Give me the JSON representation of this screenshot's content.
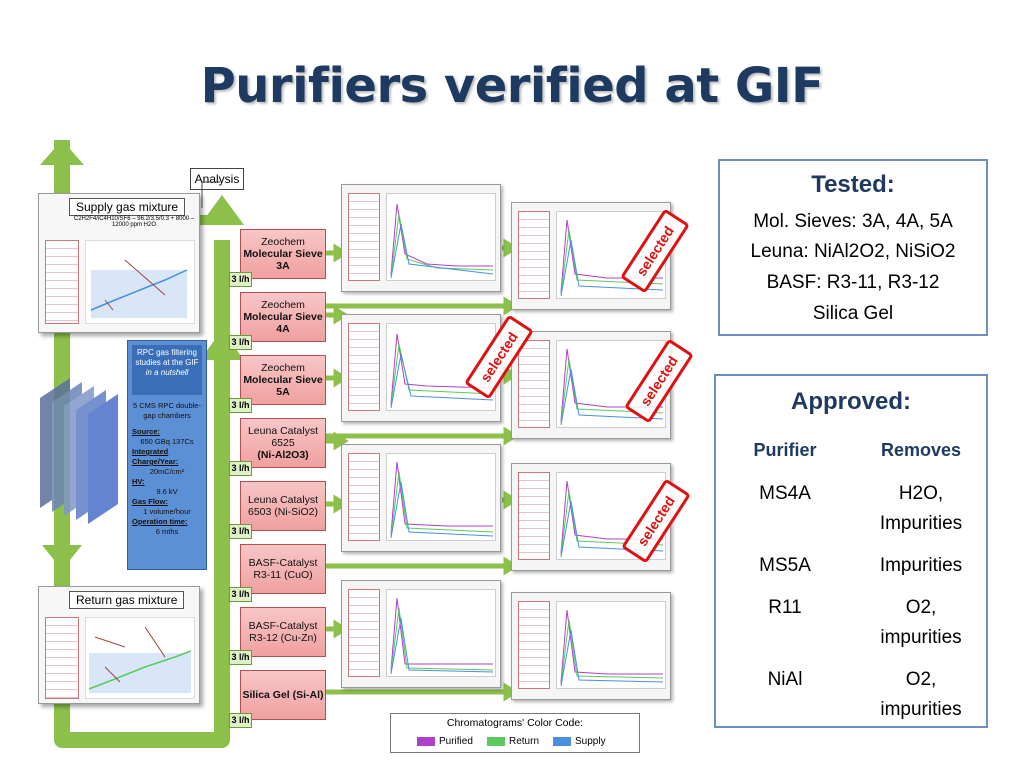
{
  "title": "Purifiers verified at GIF",
  "diagram": {
    "supply_label": "Supply gas mixture",
    "supply_formula": "C2H2F4/iC4H10/SF6 – 96.2/3.5/0.3 + 8000 – 12000 ppm H2O",
    "return_label": "Return gas mixture",
    "analysis_label": "Analysis",
    "info": {
      "title": "RPC gas filtering studies at the GIF",
      "subtitle": "in a nutshell",
      "line1": "5 CMS RPC double-gap chambers",
      "source_label": "Source:",
      "source_value": "650 GBq 137Cs",
      "charge_label": "Integrated Charge/Year:",
      "charge_value": "20mC/cm²",
      "hv_label": "HV:",
      "hv_value": "9.6 kV",
      "flow_label": "Gas Flow:",
      "flow_value": "1 volume/hour",
      "time_label": "Operation time:",
      "time_value": "6 mths"
    },
    "purifiers": [
      {
        "line1": "Zeochem",
        "line2": "Molecular Sieve",
        "line3": "3A",
        "flow": "3 l/h"
      },
      {
        "line1": "Zeochem",
        "line2": "Molecular Sieve",
        "line3": "4A",
        "flow": "3 l/h"
      },
      {
        "line1": "Zeochem",
        "line2": "Molecular Sieve",
        "line3": "5A",
        "flow": "3 l/h"
      },
      {
        "line1": "Leuna Catalyst",
        "line2": "6525",
        "line3": "(Ni-Al2O3)",
        "flow": "3 l/h"
      },
      {
        "line1": "Leuna Catalyst",
        "line2": "6503 (Ni-SiO2)",
        "line3": "",
        "flow": "3 l/h"
      },
      {
        "line1": "BASF-Catalyst",
        "line2": "R3-11 (CuO)",
        "line3": "",
        "flow": "3 l/h"
      },
      {
        "line1": "BASF-Catalyst",
        "line2": "R3-12 (Cu-Zn)",
        "line3": "",
        "flow": "3 l/h"
      },
      {
        "line1": "Silica Gel (Si-Al)",
        "line2": "",
        "line3": "",
        "flow": "3 l/h"
      }
    ],
    "stamp_text": "selected",
    "legend": {
      "title": "Chromatograms' Color Code:",
      "items": [
        {
          "label": "Purified",
          "color": "#b040c8"
        },
        {
          "label": "Return",
          "color": "#5cc860"
        },
        {
          "label": "Supply",
          "color": "#4a8fe0"
        }
      ]
    }
  },
  "tested": {
    "heading": "Tested:",
    "lines": [
      "Mol. Sieves: 3A, 4A, 5A",
      "Leuna: NiAl2O2, NiSiO2",
      "BASF: R3-11, R3-12",
      "Silica Gel"
    ]
  },
  "approved": {
    "heading": "Approved:",
    "col_purifier": "Purifier",
    "col_removes": "Removes",
    "rows": [
      {
        "purifier": "MS4A",
        "removes_1": "H2O,",
        "removes_2": "Impurities"
      },
      {
        "purifier": "MS5A",
        "removes_1": "Impurities",
        "removes_2": ""
      },
      {
        "purifier": "R11",
        "removes_1": "O2,",
        "removes_2": "impurities"
      },
      {
        "purifier": "NiAl",
        "removes_1": "O2,",
        "removes_2": "impurities"
      }
    ]
  },
  "colors": {
    "title": "#1f3a60",
    "box_border": "#6a8ebf",
    "purifier_fill": "#f0a0a0",
    "pipe_green": "#8cc04a",
    "stamp_red": "#e01010"
  }
}
